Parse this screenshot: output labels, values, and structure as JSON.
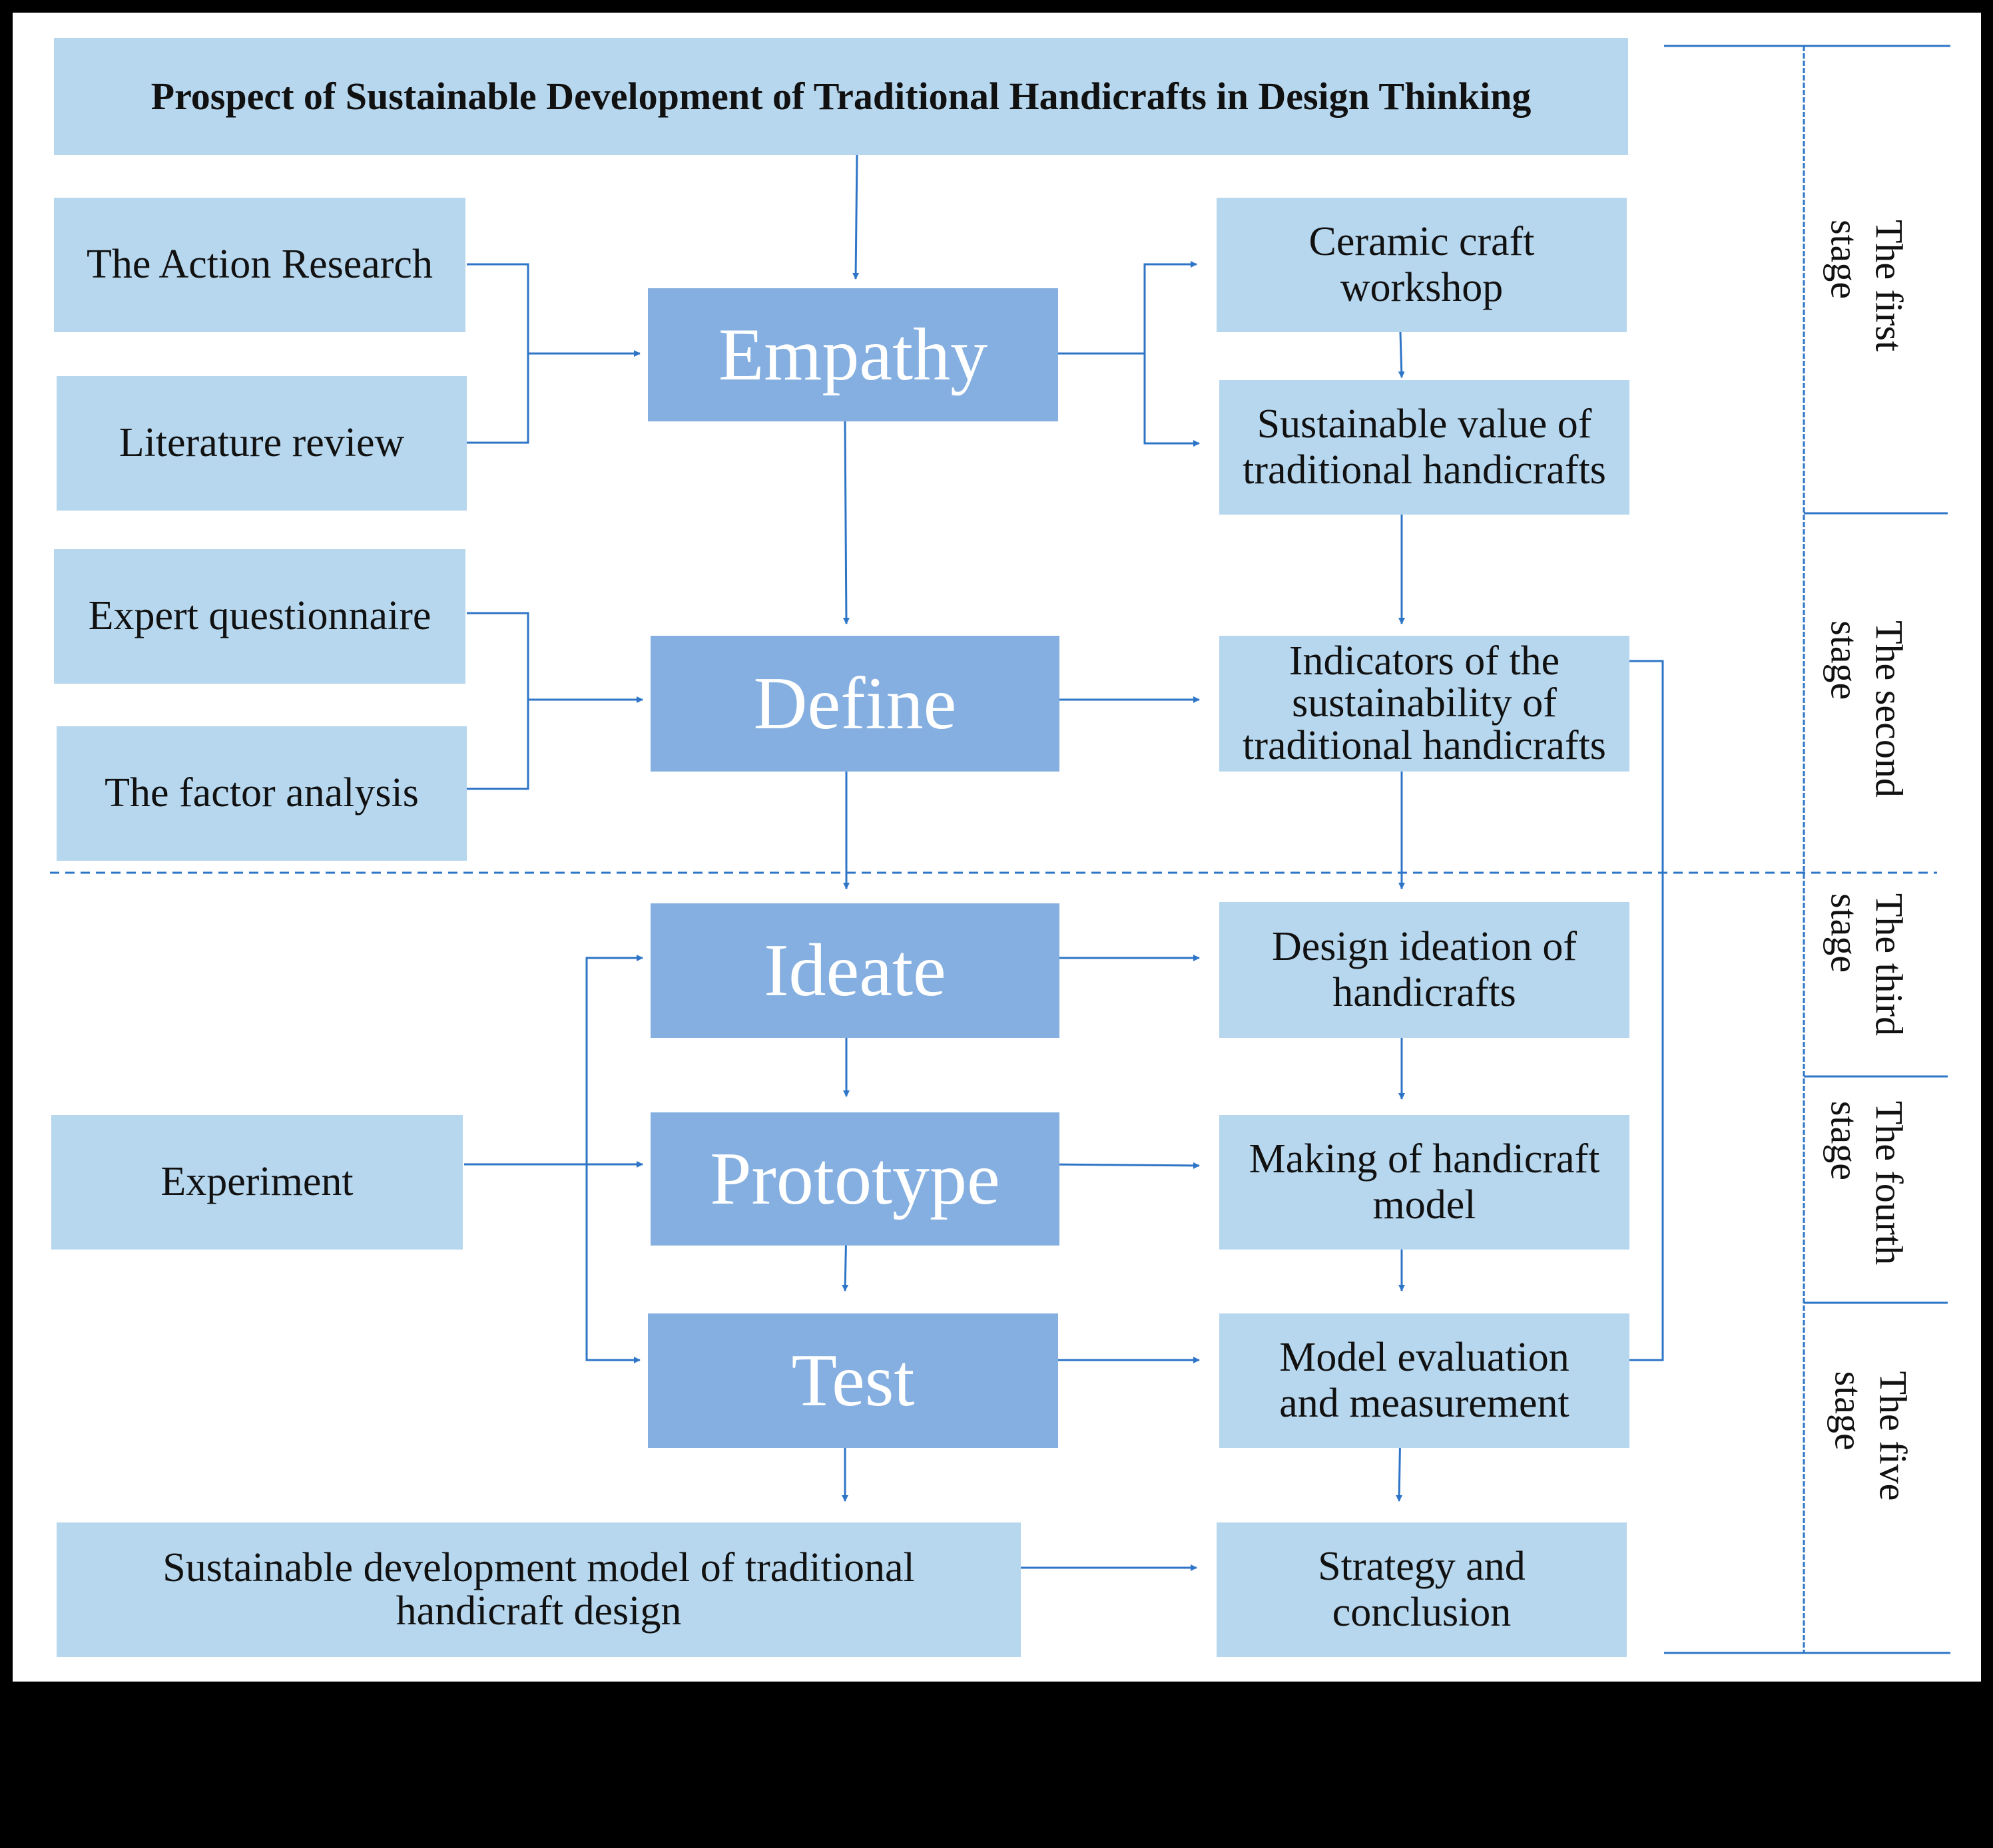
{
  "diagram": {
    "title": "Prospect of Sustainable Development of Traditional Handicrafts in Design Thinking",
    "methods": {
      "action_research": "The Action Research",
      "literature_review": "Literature review",
      "expert_questionnaire": "Expert questionnaire",
      "factor_analysis": "The factor analysis",
      "experiment": "Experiment"
    },
    "phases": {
      "empathy": "Empathy",
      "define": "Define",
      "ideate": "Ideate",
      "prototype": "Prototype",
      "test": "Test"
    },
    "outputs": {
      "ceramic_workshop": "Ceramic craft workshop",
      "sustainable_value": "Sustainable value of traditional handicrafts",
      "indicators": "Indicators of the sustainability of traditional handicrafts",
      "design_ideation": "Design ideation of handicrafts",
      "model_making": "Making of handicraft model",
      "model_evaluation": "Model evaluation and measurement",
      "strategy": "Strategy and conclusion"
    },
    "final_model": "Sustainable development model of traditional handicraft design",
    "stages": {
      "first": "The first\nstage",
      "second": "The second\nstage",
      "third": "The third\nstage",
      "fourth": "The fourth\nstage",
      "fifth": "The five\nstage"
    },
    "colors": {
      "light_box": "#b7d7ee",
      "dark_box": "#84afe0",
      "connector": "#2e75c7",
      "background": "#ffffff",
      "frame": "#000000"
    }
  }
}
